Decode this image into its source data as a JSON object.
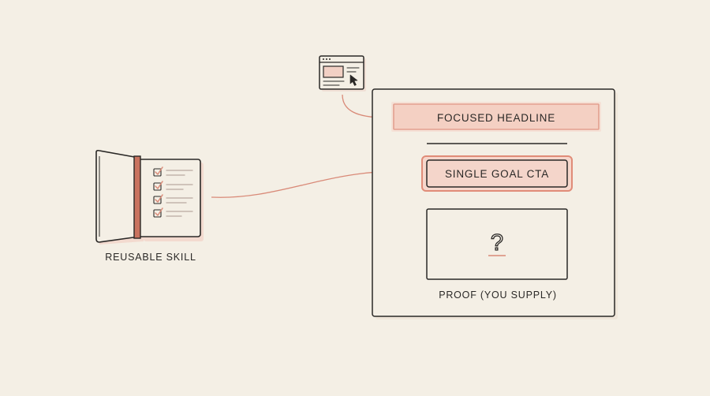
{
  "skill": {
    "label": "REUSABLE SKILL",
    "icon": "skill-checklist-book-icon"
  },
  "browser": {
    "icon": "browser-window-cursor-icon"
  },
  "page": {
    "headline": "FOCUSED HEADLINE",
    "cta": "SINGLE GOAL CTA",
    "proof_symbol": "?",
    "proof_label": "PROOF (YOU SUPPLY)"
  },
  "colors": {
    "background": "#f4efe5",
    "ink": "#2a2826",
    "accent": "#d98a78",
    "accent_fill": "#f6d6cb"
  }
}
